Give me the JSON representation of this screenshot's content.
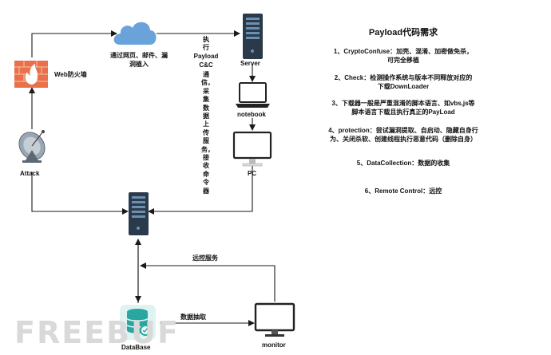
{
  "nodes": {
    "server": "Server",
    "notebook": "notebook",
    "pc": "PC",
    "attack": "Attack",
    "firewall": "Web防火墙",
    "database": "DataBase",
    "monitor": "monitor"
  },
  "edges": {
    "cloud_entry": "通过网页、邮件、漏洞植入",
    "cloud_entry_line1": "通过网页、邮件、漏",
    "cloud_entry_line2": "洞植入",
    "remote_service": "远控服务",
    "data_extract": "数据抽取",
    "execute_vertical": "执行Payload C&C通信，采集数据上传服务，接收命令器",
    "execute_1": "执",
    "execute_2": "行",
    "execute_3": "Payload",
    "execute_4": "C&C",
    "execute_rest": "通信，采集数据上传服务，接收命令器"
  },
  "requirements": {
    "title": "Payload代码需求",
    "items": [
      {
        "line1": "1、CryptoConfuse：加壳、混淆、加密做免杀，",
        "line2": "可完全移植"
      },
      {
        "line1": "2、Check：检测操作系统与版本不同释放对应的",
        "line2": "下载DownLoader"
      },
      {
        "line1": "3、下载器一般是严重混淆的脚本语言、如vbs,js等",
        "line2": "脚本语言下载且执行真正的PayLoad"
      },
      {
        "line1": "4、protection：尝试漏洞提取、自启动、隐藏自身行",
        "line2": "为、关闭杀软、创建线程执行恶意代码（删除自身）"
      },
      {
        "line1": "5、DataCollection：数据的收集",
        "line2": ""
      },
      {
        "line1": "6、Remote Control：远控",
        "line2": ""
      }
    ]
  },
  "watermark": "FREEBUF",
  "colors": {
    "line": "#1a1a1a",
    "server_body": "#2b3a4a",
    "server_slot": "#6b8fb0",
    "cloud": "#6aa3da",
    "firewall": "#e8704a",
    "firewall_flame": "#ffffff",
    "db_fill": "#2aa6a0",
    "db_bg": "#dff3f2",
    "screen_border": "#222222",
    "watermark": "#d9d9d9"
  },
  "icons": {
    "server": "server-rack-icon",
    "cloud": "cloud-icon",
    "firewall": "firewall-icon",
    "attack": "satellite-dish-icon",
    "notebook": "laptop-icon",
    "pc": "desktop-monitor-icon",
    "database": "database-icon",
    "monitor": "monitor-icon"
  }
}
